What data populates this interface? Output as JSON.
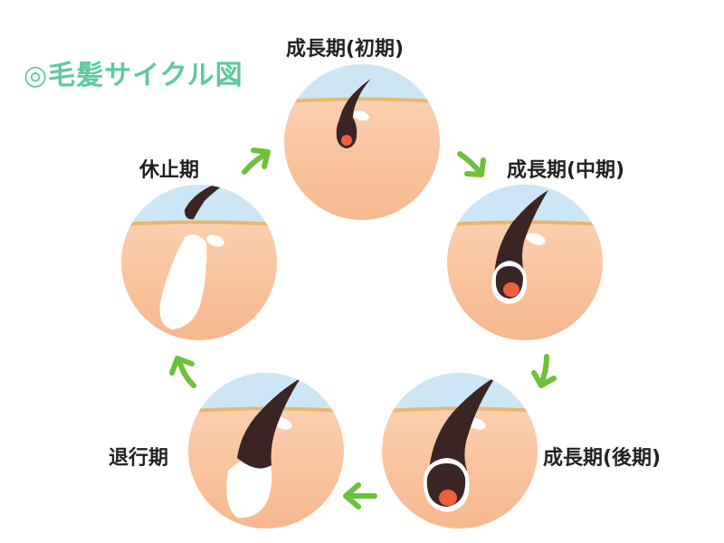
{
  "title": "◎毛髪サイクル図",
  "stages": [
    {
      "id": "early",
      "label": "成長期(初期)"
    },
    {
      "id": "middle",
      "label": "成長期(中期)"
    },
    {
      "id": "late",
      "label": "成長期(後期)"
    },
    {
      "id": "regression",
      "label": "退行期"
    },
    {
      "id": "resting",
      "label": "休止期"
    }
  ],
  "colors": {
    "title": "#5fc9a0",
    "skin_top": "#fcd9bd",
    "skin_bottom": "#f7b489",
    "sky": "#cde6f5",
    "epidermis": "#e9b66c",
    "hair": "#3a2424",
    "papilla": "#f0603f",
    "arrow": "#6cc13a"
  }
}
